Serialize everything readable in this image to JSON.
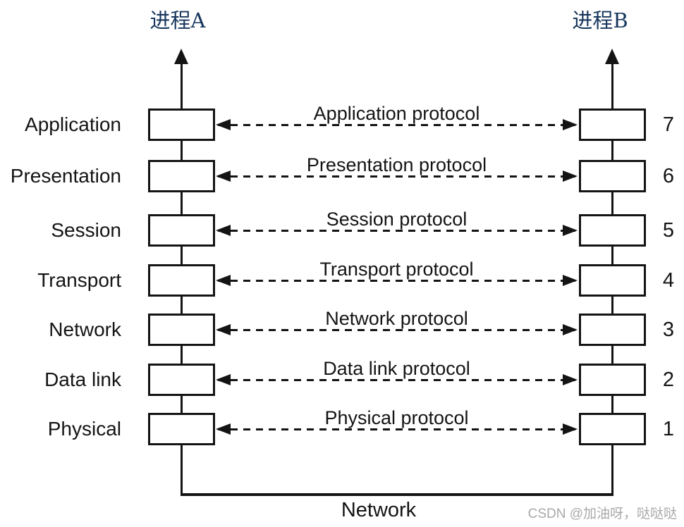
{
  "diagram": {
    "title_a": "进程A",
    "title_b": "进程B",
    "rows": [
      {
        "layer": "Application",
        "protocol": "Application protocol",
        "number": "7"
      },
      {
        "layer": "Presentation",
        "protocol": "Presentation protocol",
        "number": "6"
      },
      {
        "layer": "Session",
        "protocol": "Session protocol",
        "number": "5"
      },
      {
        "layer": "Transport",
        "protocol": "Transport protocol",
        "number": "4"
      },
      {
        "layer": "Network",
        "protocol": "Network protocol",
        "number": "3"
      },
      {
        "layer": "Data link",
        "protocol": "Data link protocol",
        "number": "2"
      },
      {
        "layer": "Physical",
        "protocol": "Physical protocol",
        "number": "1"
      }
    ],
    "bottom_label": "Network",
    "watermark": "CSDN @加油呀，哒哒哒"
  },
  "colors": {
    "title_blue": "#17365d",
    "line_black": "#141414",
    "watermark_gray": "#a9a9a9"
  }
}
